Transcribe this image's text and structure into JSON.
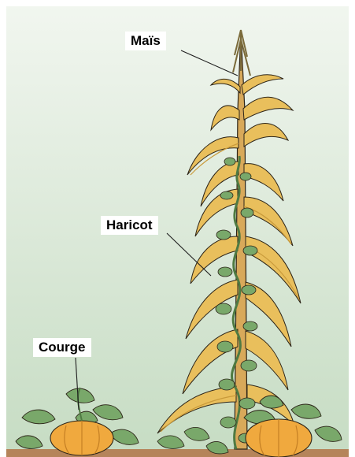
{
  "labels": {
    "corn": "Maïs",
    "bean": "Haricot",
    "squash": "Courge"
  },
  "colors": {
    "background_top": "#f1f6ef",
    "background_bottom": "#c6dcc3",
    "corn_leaf": "#e9bf5c",
    "corn_leaf_dark": "#c99a3a",
    "bean_leaf": "#79a86a",
    "squash_fruit": "#f0a93e",
    "soil": "#b5845a",
    "outline": "#2c2418"
  }
}
